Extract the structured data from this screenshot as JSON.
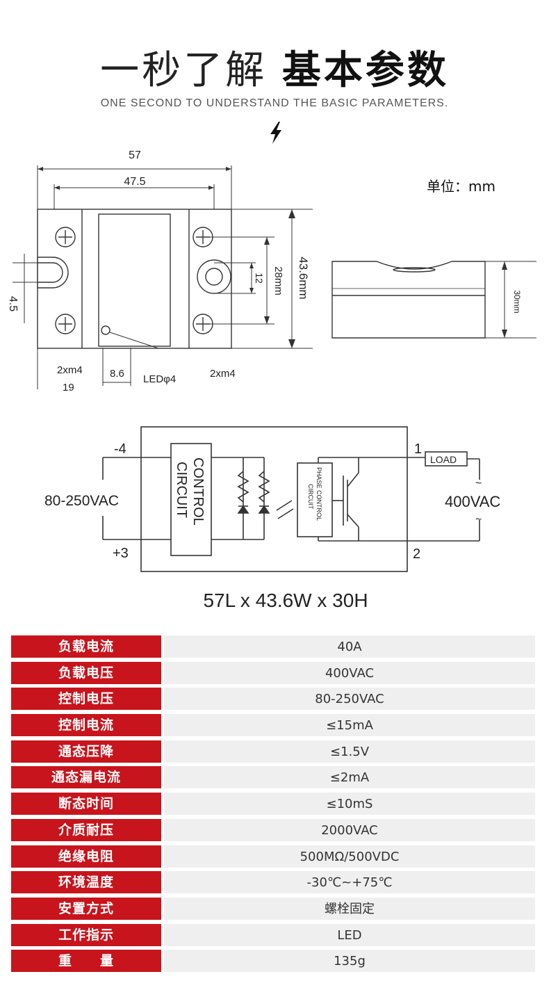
{
  "header": {
    "title_light": "一秒了解",
    "title_bold": "基本参数",
    "subtitle": "ONE SECOND TO UNDERSTAND THE BASIC PARAMETERS."
  },
  "dimension_drawing": {
    "unit_label": "单位：mm",
    "dim_57": "57",
    "dim_47_5": "47.5",
    "dim_4_5": "4.5",
    "dim_12": "12",
    "dim_28mm": "28mm",
    "dim_43_6mm": "43.6mm",
    "dim_30mm": "30mm",
    "dim_8_6": "8.6",
    "dim_19": "19",
    "screw_left": "2xm4",
    "screw_right": "2xm4",
    "led_label": "LEDφ4"
  },
  "circuit": {
    "neg_terminal": "-4",
    "pos_terminal": "+3",
    "input_voltage": "80-250VAC",
    "control_line1": "CONTROL",
    "control_line2": "CIRCUIT",
    "phase_line1": "PHASE CONTROL",
    "phase_line2": "CIRCUIT",
    "terminal_1": "1",
    "terminal_2": "2",
    "load_label": "LOAD",
    "output_voltage": "400VAC",
    "tilde_top": "~",
    "tilde_bottom": "~",
    "size_caption": "57L x 43.6W x 30H"
  },
  "accent_color": "#c8141c",
  "specs": [
    {
      "label": "负载电流",
      "value": "40A"
    },
    {
      "label": "负载电压",
      "value": "400VAC"
    },
    {
      "label": "控制电压",
      "value": "80-250VAC"
    },
    {
      "label": "控制电流",
      "value": "≤15mA"
    },
    {
      "label": "通态压降",
      "value": "≤1.5V"
    },
    {
      "label": "通态漏电流",
      "value": "≤2mA"
    },
    {
      "label": "断态时间",
      "value": "≤10mS"
    },
    {
      "label": "介质耐压",
      "value": "2000VAC"
    },
    {
      "label": "绝缘电阻",
      "value": "500MΩ/500VDC"
    },
    {
      "label": "环境温度",
      "value": "-30℃~+75℃"
    },
    {
      "label": "安置方式",
      "value": "螺栓固定"
    },
    {
      "label": "工作指示",
      "value": "LED"
    },
    {
      "label": "重　　量",
      "value": "135g"
    }
  ]
}
